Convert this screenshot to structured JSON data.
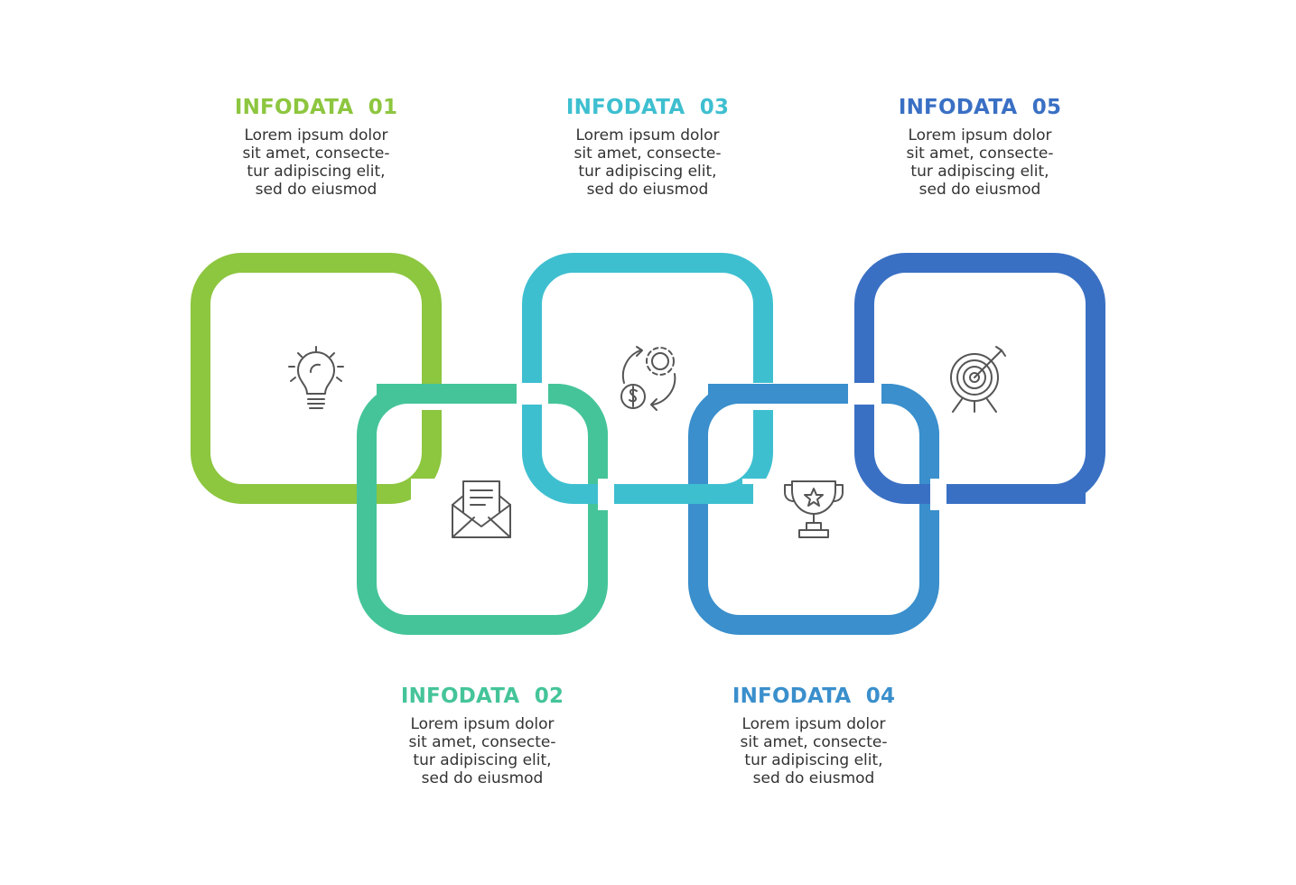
{
  "steps": [
    {
      "title": "INFODATA  01",
      "color": "#8dc63f",
      "lines": [
        "Lorem ipsum dolor",
        "sit amet, consecte-",
        "tur adipiscing elit,",
        "sed do eiusmod"
      ],
      "icon": "lightbulb-icon"
    },
    {
      "title": "INFODATA  02",
      "color": "#45c49a",
      "lines": [
        "Lorem ipsum dolor",
        "sit amet, consecte-",
        "tur adipiscing elit,",
        "sed do eiusmod"
      ],
      "icon": "envelope-icon"
    },
    {
      "title": "INFODATA  03",
      "color": "#3ebfd0",
      "lines": [
        "Lorem ipsum dolor",
        "sit amet, consecte-",
        "tur adipiscing elit,",
        "sed do eiusmod"
      ],
      "icon": "gear-dollar-cycle-icon"
    },
    {
      "title": "INFODATA  04",
      "color": "#3a8fcc",
      "lines": [
        "Lorem ipsum dolor",
        "sit amet, consecte-",
        "tur adipiscing elit,",
        "sed do eiusmod"
      ],
      "icon": "trophy-icon"
    },
    {
      "title": "INFODATA  05",
      "color": "#3a70c4",
      "lines": [
        "Lorem ipsum dolor",
        "sit amet, consecte-",
        "tur adipiscing elit,",
        "sed do eiusmod"
      ],
      "icon": "target-icon"
    }
  ],
  "icon_color": "#555555"
}
